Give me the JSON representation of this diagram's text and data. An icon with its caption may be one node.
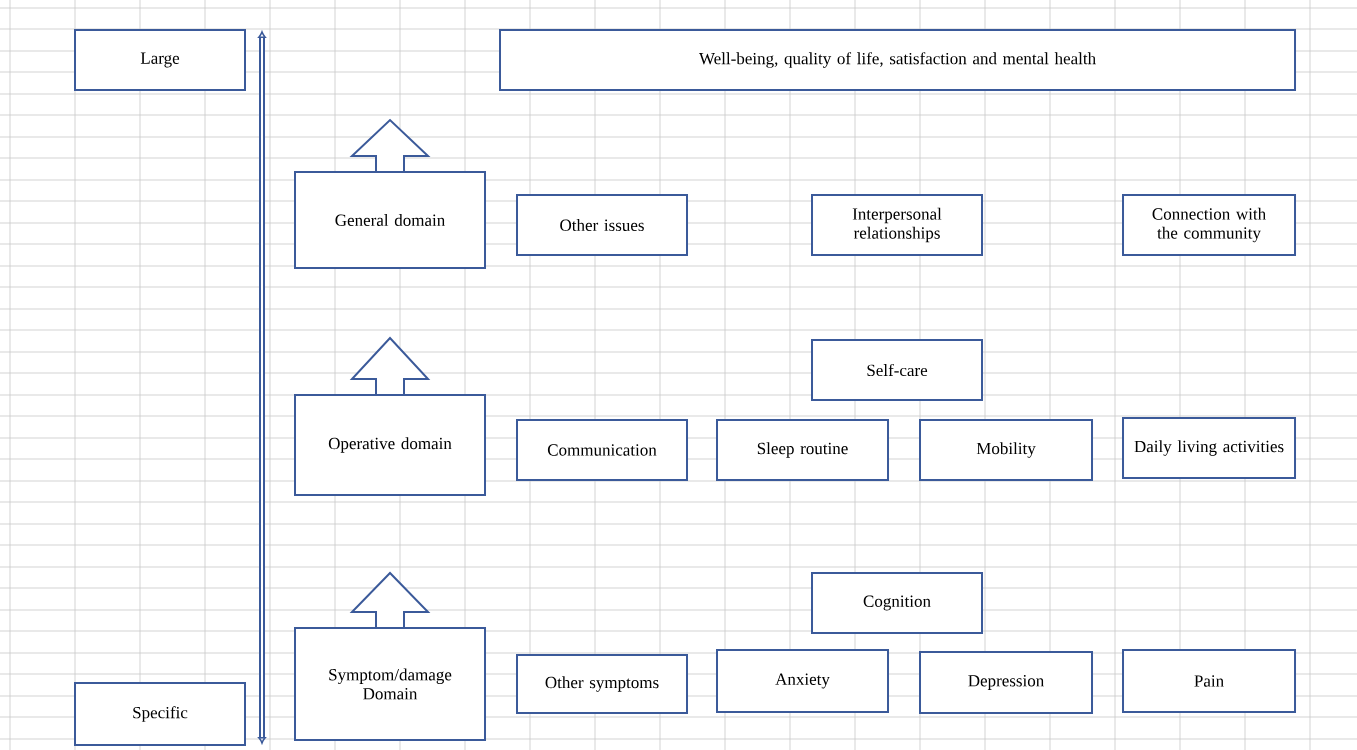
{
  "diagram": {
    "nodes": [
      {
        "text": [
          "Large"
        ]
      },
      {
        "text": [
          "Well-being, quality of life, satisfaction and mental health"
        ]
      },
      {
        "text": [
          "General domain"
        ]
      },
      {
        "text": [
          "Other issues"
        ]
      },
      {
        "text": [
          "Interpersonal relationships"
        ]
      },
      {
        "text": [
          "Connection with the community"
        ]
      },
      {
        "text": [
          "Self-care"
        ]
      },
      {
        "text": [
          "Operative domain"
        ]
      },
      {
        "text": [
          "Communication"
        ]
      },
      {
        "text": [
          "Sleep routine"
        ]
      },
      {
        "text": [
          "Mobility"
        ]
      },
      {
        "text": [
          "Daily living activities"
        ]
      },
      {
        "text": [
          "Cognition"
        ]
      },
      {
        "text": [
          "Symptom/damage Domain"
        ]
      },
      {
        "text": [
          "Other symptoms"
        ]
      },
      {
        "text": [
          "Anxiety"
        ]
      },
      {
        "text": [
          "Depression"
        ]
      },
      {
        "text": [
          "Pain"
        ]
      },
      {
        "text": [
          "Specific"
        ]
      }
    ],
    "edges": [
      {
        "from": 2,
        "to": null,
        "arrow": "to"
      },
      {
        "from": 7,
        "to": null,
        "arrow": "to"
      },
      {
        "from": 13,
        "to": null,
        "arrow": "to"
      }
    ]
  }
}
